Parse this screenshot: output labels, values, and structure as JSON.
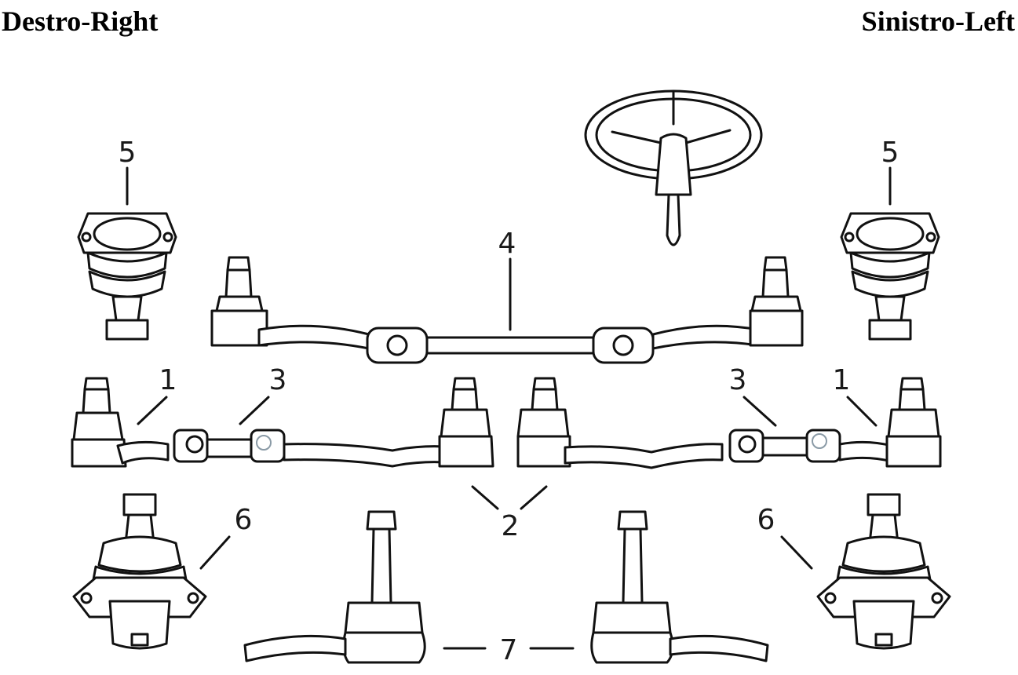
{
  "headers": {
    "right_side": "Destro-Right",
    "left_side": "Sinistro-Left"
  },
  "callouts": [
    {
      "id": "1a",
      "label": "1"
    },
    {
      "id": "1b",
      "label": "1"
    },
    {
      "id": "2",
      "label": "2"
    },
    {
      "id": "3a",
      "label": "3"
    },
    {
      "id": "3b",
      "label": "3"
    },
    {
      "id": "4",
      "label": "4"
    },
    {
      "id": "5a",
      "label": "5"
    },
    {
      "id": "5b",
      "label": "5"
    },
    {
      "id": "6a",
      "label": "6"
    },
    {
      "id": "6b",
      "label": "6"
    },
    {
      "id": "7",
      "label": "7"
    }
  ]
}
